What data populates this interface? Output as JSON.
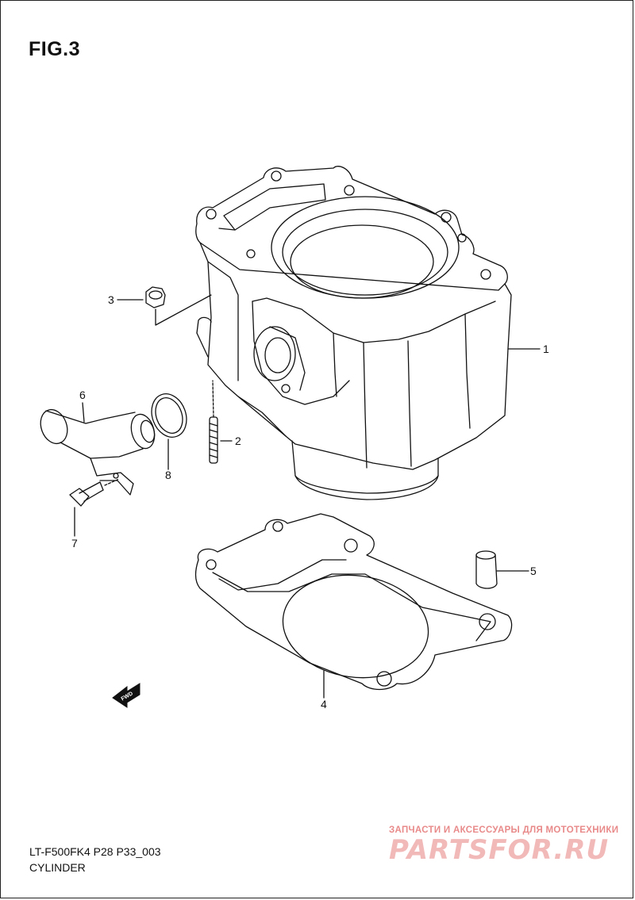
{
  "figure_label": "FIG.3",
  "callouts": [
    "1",
    "2",
    "3",
    "4",
    "5",
    "6",
    "7",
    "8"
  ],
  "fwd_badge": "FWD",
  "footer": {
    "code": "LT-F500FK4 P28 P33_003",
    "name": "CYLINDER"
  },
  "watermark": {
    "tagline": "ЗАПЧАСТИ И АКСЕССУАРЫ ДЛЯ МОТОТЕХНИКИ",
    "logo": "PARTSFOR.RU"
  },
  "colors": {
    "line": "#111111",
    "watermark": "#e98a8a"
  }
}
